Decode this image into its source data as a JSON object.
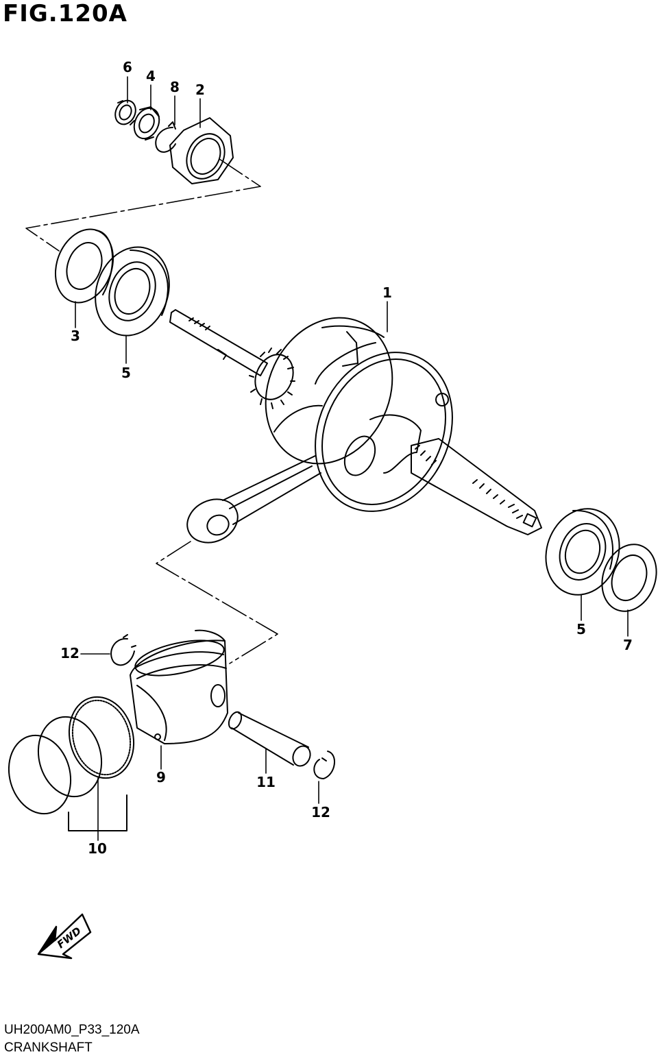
{
  "figure": {
    "title": "FIG.120A",
    "code": "UH200AM0_P33_120A",
    "caption": "CRANKSHAFT",
    "fwd_label": "FWD"
  },
  "callouts": [
    "1",
    "2",
    "3",
    "4",
    "5",
    "5",
    "6",
    "7",
    "8",
    "9",
    "10",
    "11",
    "12",
    "12"
  ],
  "parts": [
    {
      "ref": "1",
      "name": "crankshaft-assembly"
    },
    {
      "ref": "2",
      "name": "nut"
    },
    {
      "ref": "3",
      "name": "oil-seal"
    },
    {
      "ref": "4",
      "name": "bearing"
    },
    {
      "ref": "5",
      "name": "bearing"
    },
    {
      "ref": "6",
      "name": "bearing-small"
    },
    {
      "ref": "7",
      "name": "oil-seal"
    },
    {
      "ref": "8",
      "name": "circlip"
    },
    {
      "ref": "9",
      "name": "piston"
    },
    {
      "ref": "10",
      "name": "piston-ring-set"
    },
    {
      "ref": "11",
      "name": "piston-pin"
    },
    {
      "ref": "12",
      "name": "piston-pin-circlip"
    }
  ]
}
